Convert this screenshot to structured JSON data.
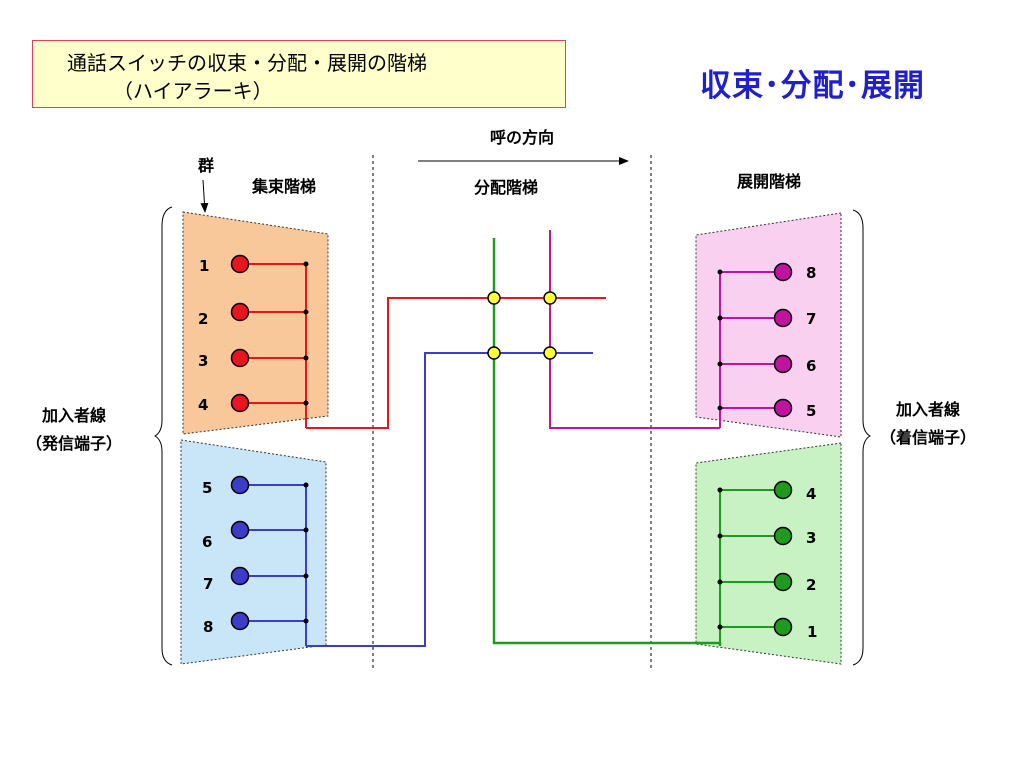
{
  "title_box": {
    "line1": "通話スイッチの収束・分配・展開の階梯",
    "line2": "（ハイアラーキ）"
  },
  "heading": "収束･分配･展開",
  "labels": {
    "group": "群",
    "concentration": "集束階梯",
    "call_direction": "呼の方向",
    "distribution": "分配階梯",
    "expansion": "展開階梯",
    "left_lines_1": "加入者線",
    "left_lines_2": "（発信端子）",
    "right_lines_1": "加入者線",
    "right_lines_2": "（着信端子）"
  },
  "left_upper_terminals": [
    "1",
    "2",
    "3",
    "4"
  ],
  "left_lower_terminals": [
    "5",
    "6",
    "7",
    "8"
  ],
  "right_upper_terminals": [
    "8",
    "7",
    "6",
    "5"
  ],
  "right_lower_terminals": [
    "4",
    "3",
    "2",
    "1"
  ],
  "colors": {
    "left_upper_fill": "#f9c89a",
    "left_lower_fill": "#c9e6f9",
    "right_upper_fill": "#f9d0f0",
    "right_lower_fill": "#c9f2c4",
    "red": "#e8141e",
    "blue": "#3c3cc8",
    "magenta": "#c014a0",
    "green": "#1e9a1e",
    "crosspoint": "#ffff33",
    "heading": "#1f1fcc"
  }
}
